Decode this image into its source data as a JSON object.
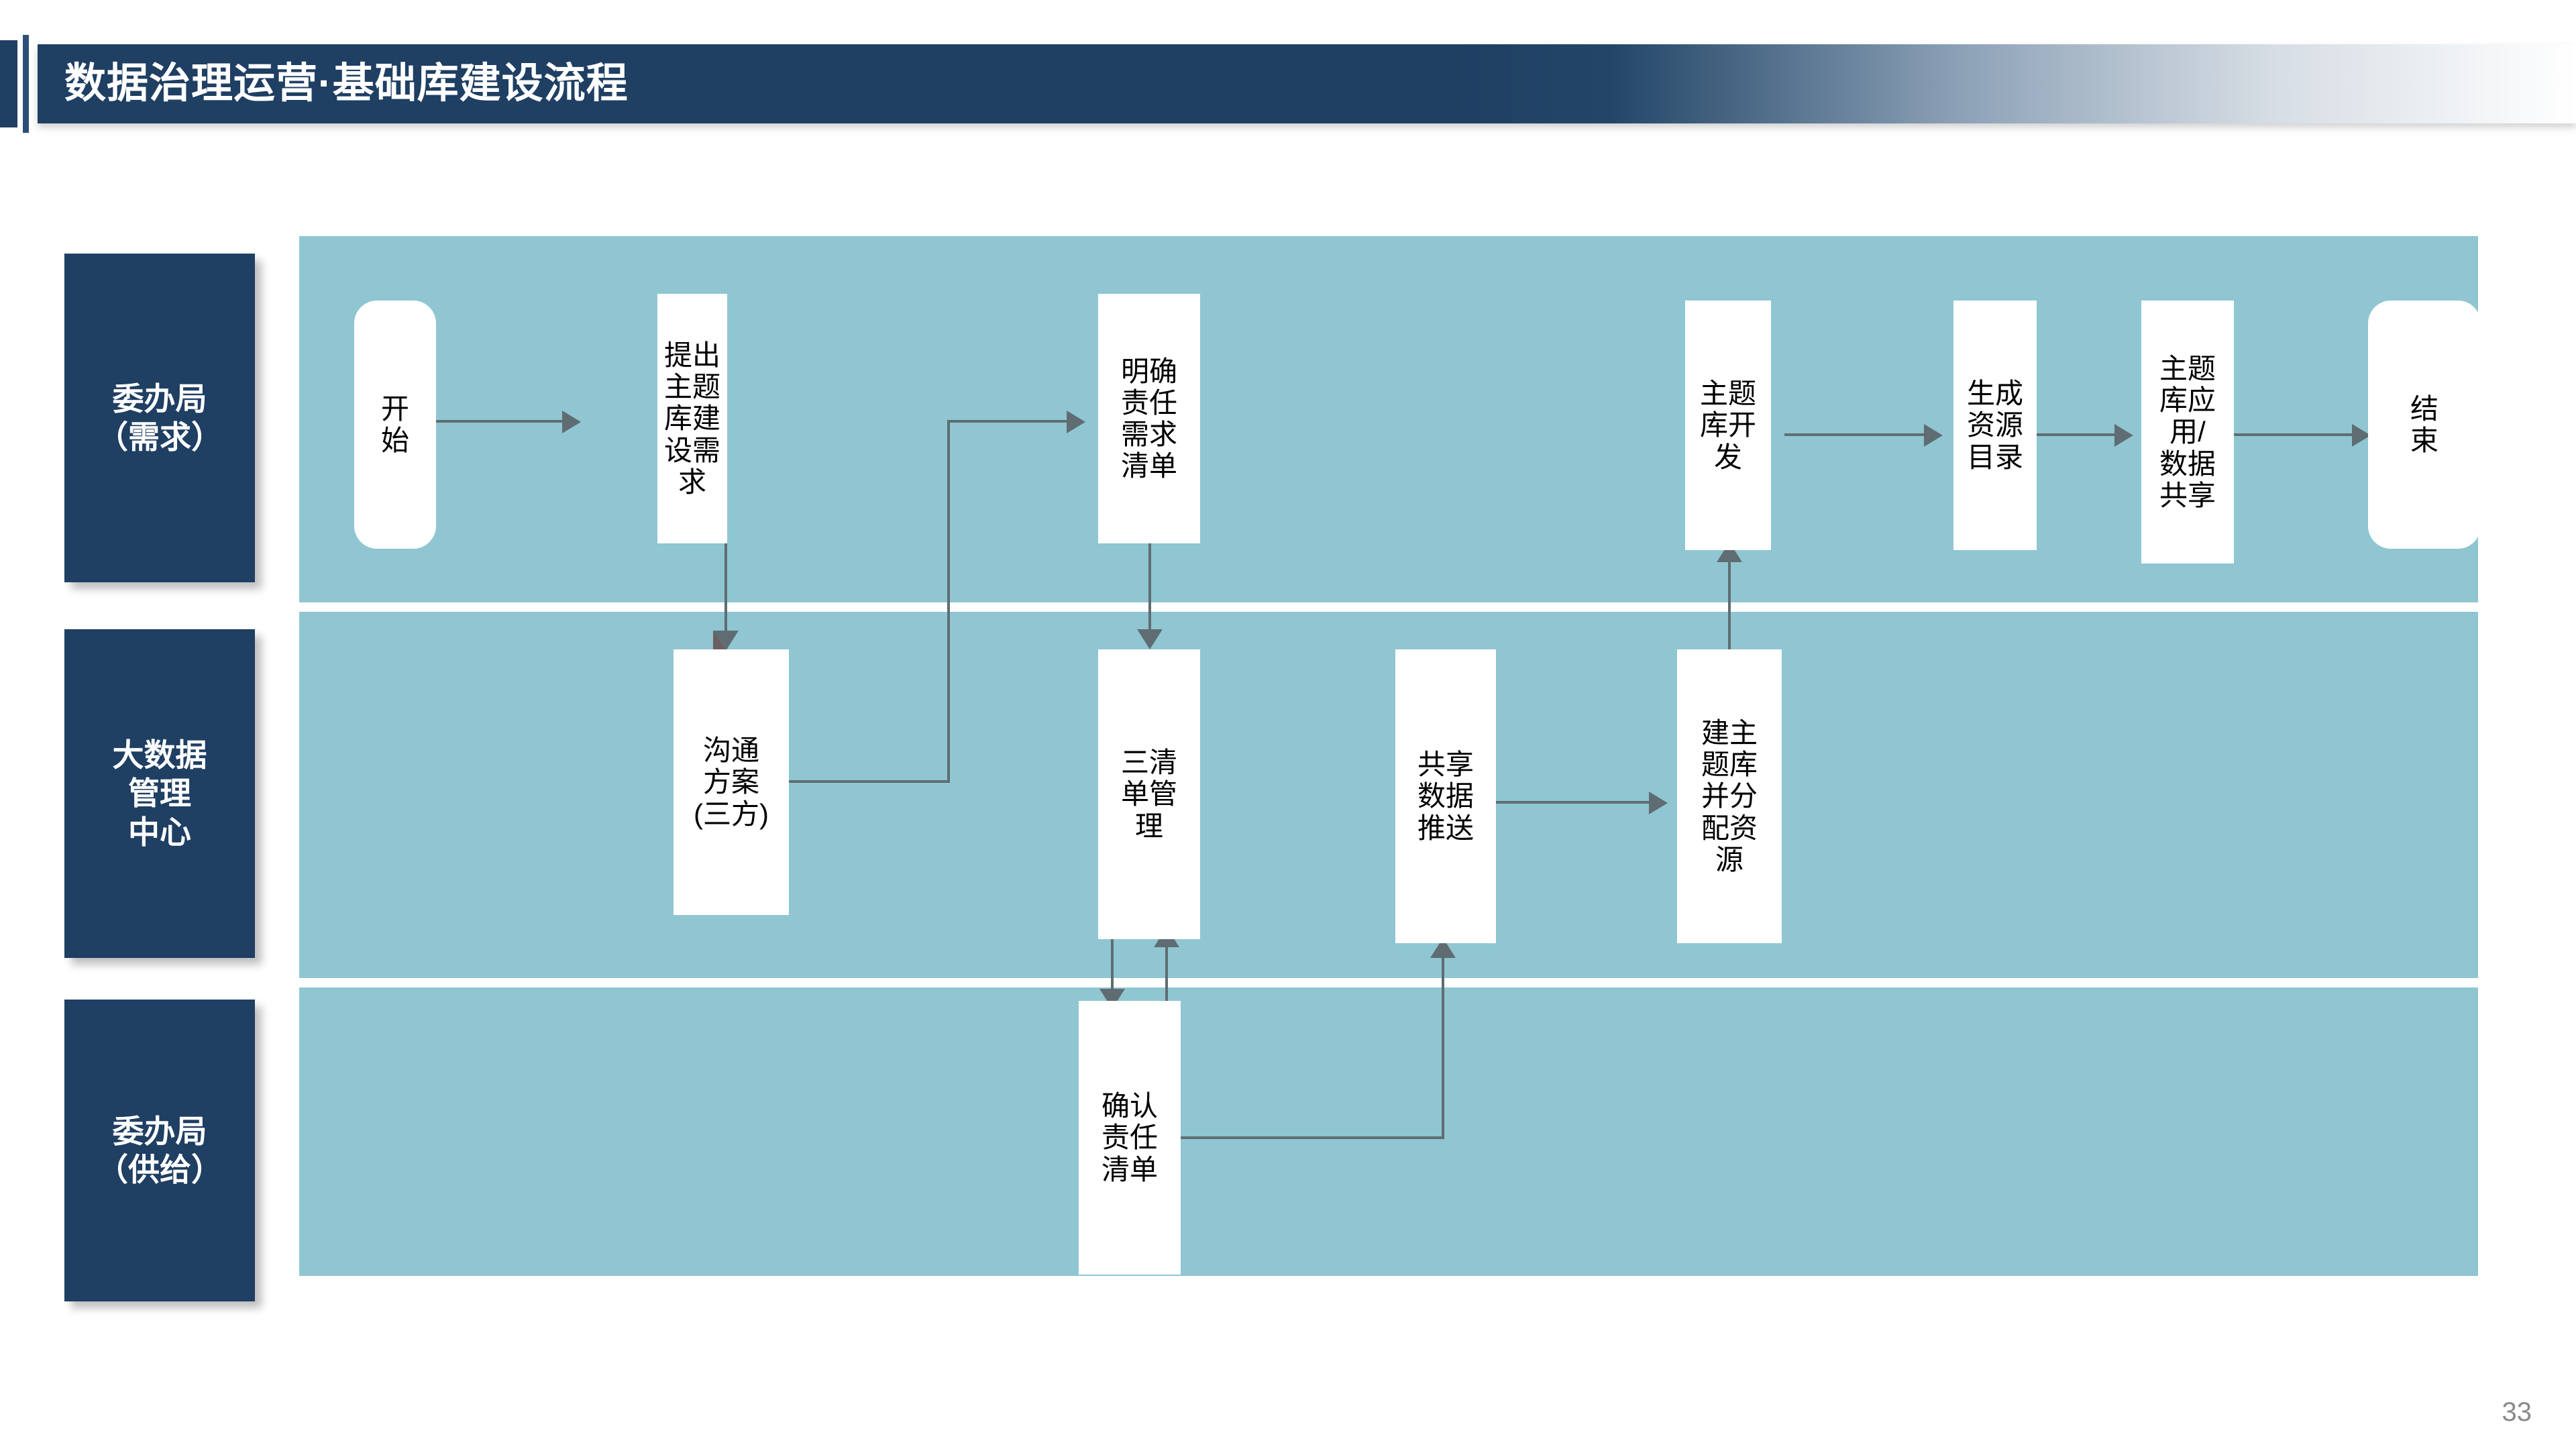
{
  "header": {
    "title": "数据治理运营·基础库建设流程",
    "accent_color": "#1f3f63",
    "bar_gradient_from": "#1f3f63",
    "bar_gradient_to": "#ffffff"
  },
  "footer": {
    "page_number": "33"
  },
  "diagram": {
    "type": "swimlane-flowchart",
    "lane_band_color": "#8fc6d1",
    "node_fill": "#ffffff",
    "connector_color": "#5f6d73",
    "lanes": [
      {
        "id": "lane-demand",
        "label": "委办局\n（需求）"
      },
      {
        "id": "lane-bigdata",
        "label": "大数据\n管理\n中心"
      },
      {
        "id": "lane-supply",
        "label": "委办局\n（供给）"
      }
    ],
    "nodes": [
      {
        "id": "start",
        "lane": "lane-demand",
        "label": "开\n始",
        "shape": "terminator"
      },
      {
        "id": "raise-need",
        "lane": "lane-demand",
        "label": "提出\n主题\n库建\n设需\n求",
        "shape": "process"
      },
      {
        "id": "clarify-list",
        "lane": "lane-demand",
        "label": "明确\n责任\n需求\n清单",
        "shape": "process"
      },
      {
        "id": "dev-db",
        "lane": "lane-demand",
        "label": "主题\n库开\n发",
        "shape": "process"
      },
      {
        "id": "gen-catalog",
        "lane": "lane-demand",
        "label": "生成\n资源\n目录",
        "shape": "process"
      },
      {
        "id": "apply-share",
        "lane": "lane-demand",
        "label": "主题\n库应\n用/\n数据\n共享",
        "shape": "process"
      },
      {
        "id": "end",
        "lane": "lane-demand",
        "label": "结\n束",
        "shape": "terminator"
      },
      {
        "id": "comm-plan",
        "lane": "lane-bigdata",
        "label": "沟通\n方案\n(三方)",
        "shape": "process"
      },
      {
        "id": "three-list",
        "lane": "lane-bigdata",
        "label": "三清\n单管\n理",
        "shape": "process"
      },
      {
        "id": "push-data",
        "lane": "lane-bigdata",
        "label": "共享\n数据\n推送",
        "shape": "process"
      },
      {
        "id": "build-db",
        "lane": "lane-bigdata",
        "label": "建主\n题库\n并分\n配资\n源",
        "shape": "process"
      },
      {
        "id": "confirm-list",
        "lane": "lane-supply",
        "label": "确认\n责任\n清单",
        "shape": "process"
      }
    ],
    "edges": [
      {
        "from": "start",
        "to": "raise-need"
      },
      {
        "from": "raise-need",
        "to": "comm-plan"
      },
      {
        "from": "comm-plan",
        "to": "clarify-list"
      },
      {
        "from": "clarify-list",
        "to": "three-list"
      },
      {
        "from": "three-list",
        "to": "confirm-list"
      },
      {
        "from": "confirm-list",
        "to": "three-list"
      },
      {
        "from": "confirm-list",
        "to": "push-data"
      },
      {
        "from": "push-data",
        "to": "build-db"
      },
      {
        "from": "build-db",
        "to": "dev-db"
      },
      {
        "from": "dev-db",
        "to": "gen-catalog"
      },
      {
        "from": "gen-catalog",
        "to": "apply-share"
      },
      {
        "from": "apply-share",
        "to": "end"
      }
    ]
  }
}
